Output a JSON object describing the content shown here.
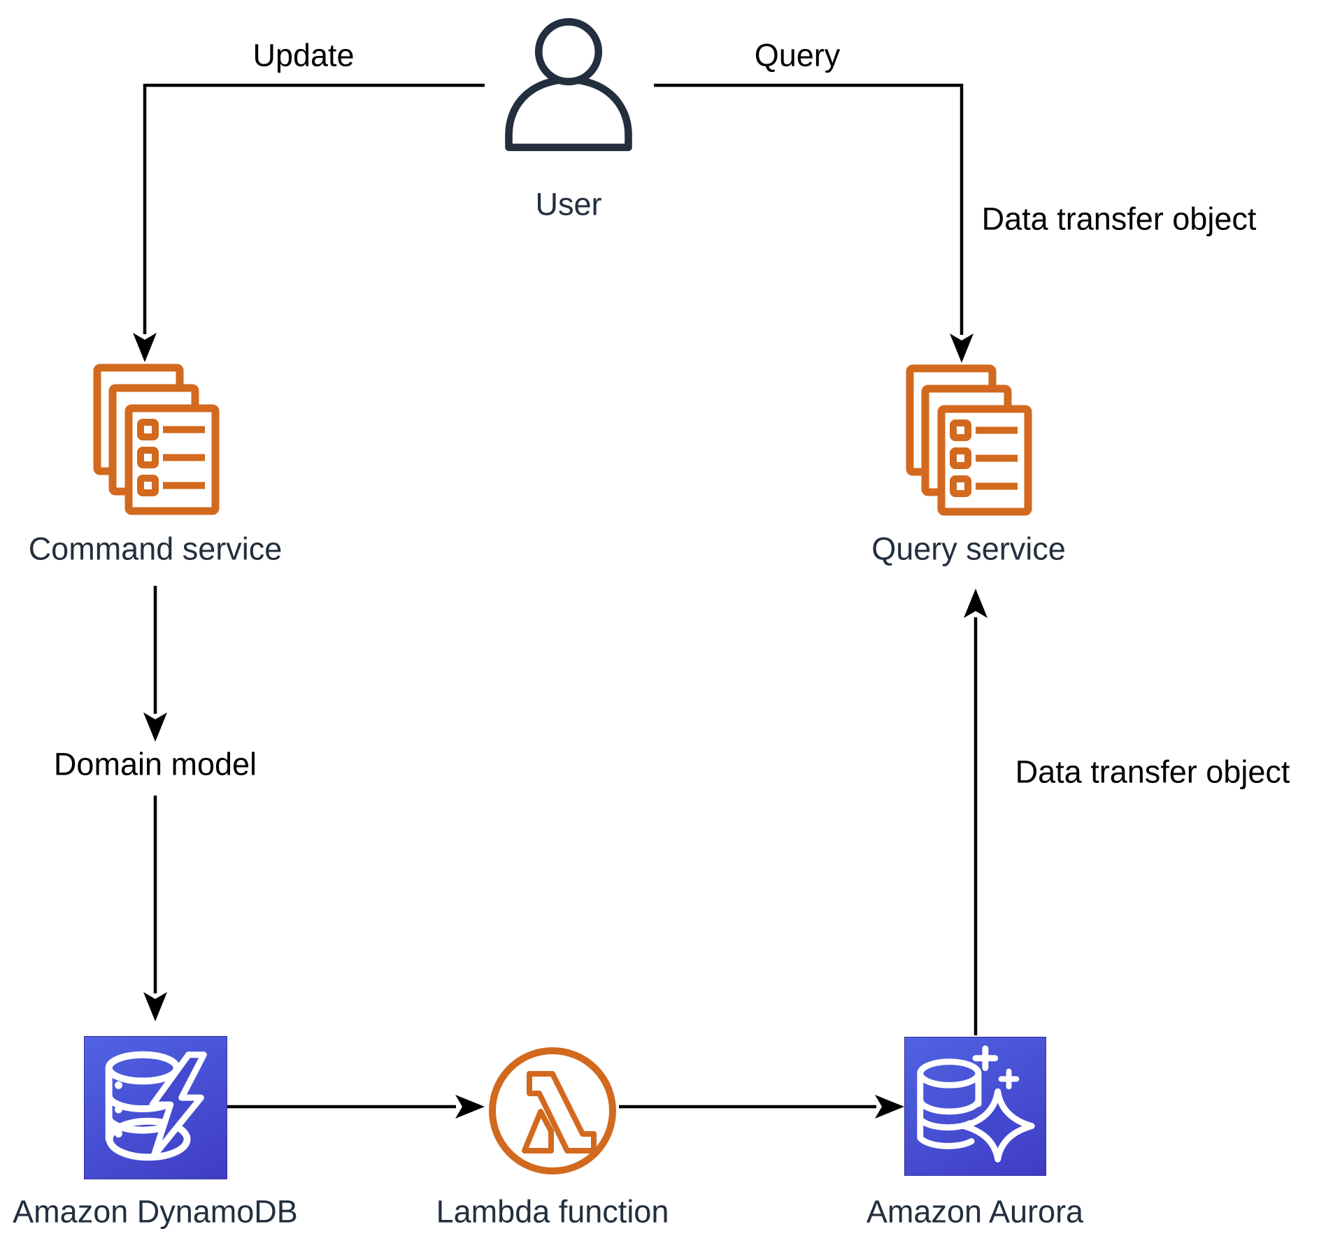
{
  "diagram": {
    "nodes": {
      "user": {
        "label": "User"
      },
      "command_service": {
        "label": "Command service"
      },
      "query_service": {
        "label": "Query service"
      },
      "dynamodb": {
        "label": "Amazon DynamoDB"
      },
      "lambda": {
        "label": "Lambda function"
      },
      "aurora": {
        "label": "Amazon Aurora"
      }
    },
    "edges": {
      "update": {
        "label": "Update"
      },
      "query": {
        "label": "Query"
      },
      "dto_query": {
        "label": "Data transfer object"
      },
      "domain_model": {
        "label": "Domain model"
      },
      "dto_aurora": {
        "label": "Data transfer object"
      }
    },
    "colors": {
      "orange": "#D2691E",
      "navy": "#232F3E",
      "blue_gradient_start": "#5063E2",
      "blue_gradient_end": "#3F3CC4",
      "line_black": "#000000",
      "background": "#FFFFFF"
    }
  }
}
